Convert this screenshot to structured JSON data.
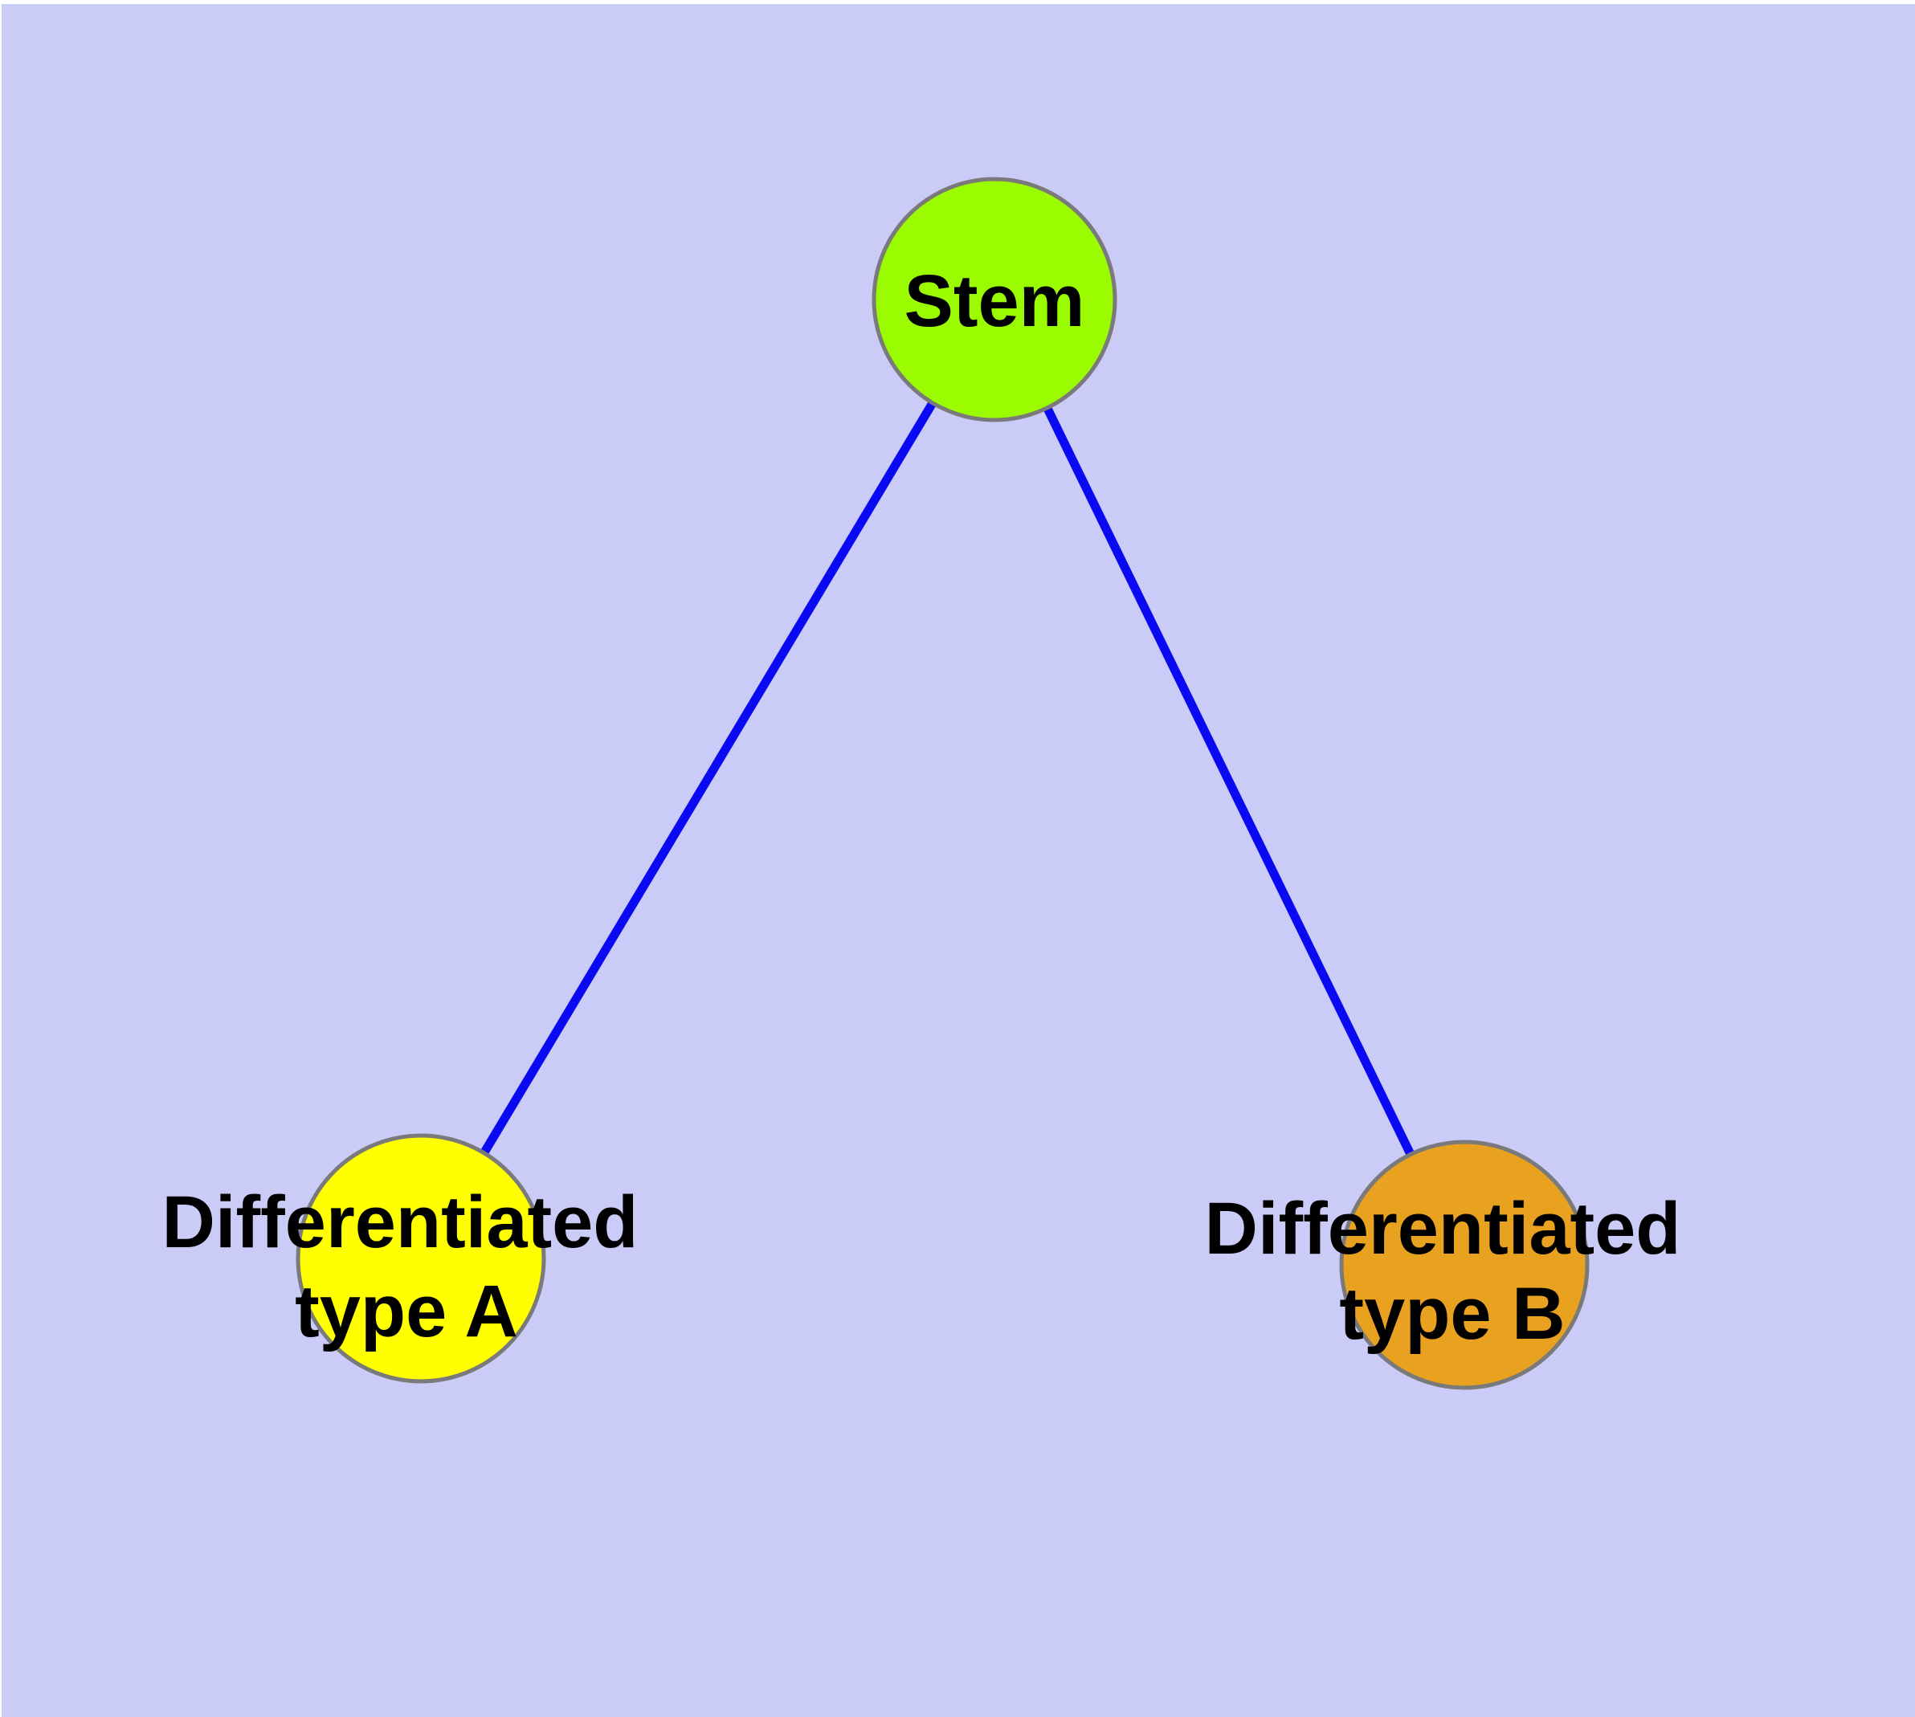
{
  "diagram": {
    "background_color": "#CBCBF8",
    "frame_color": "#FFFFFF",
    "node_border_color": "#7A7A7A",
    "edge_color": "#0909F2",
    "label_color": "#000000",
    "nodes": [
      {
        "id": "stem",
        "label": "Stem",
        "fill": "#9BFB00"
      },
      {
        "id": "differentiated-type-a",
        "label": "Differentiated type A",
        "label_lines": [
          "Differentiated",
          "type A"
        ],
        "fill": "#FFFF00"
      },
      {
        "id": "differentiated-type-b",
        "label": "Differentiated type B",
        "label_lines": [
          "Differentiated",
          "type B"
        ],
        "fill": "#E8A220"
      }
    ],
    "edges": [
      {
        "from": "stem",
        "to": "differentiated-type-a"
      },
      {
        "from": "stem",
        "to": "differentiated-type-b"
      }
    ]
  }
}
